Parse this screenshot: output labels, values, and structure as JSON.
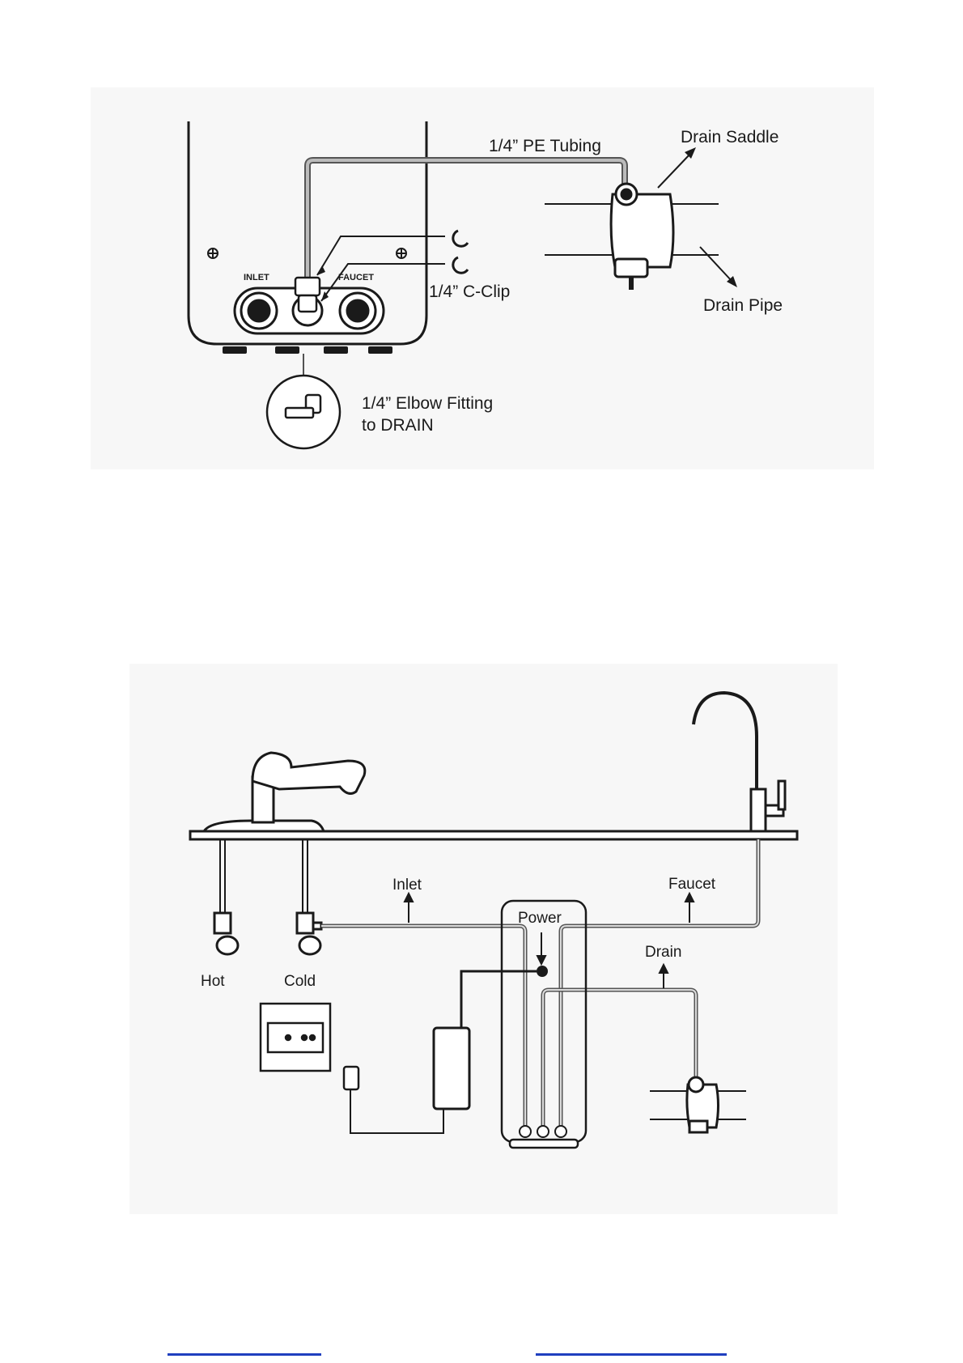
{
  "diagram_top": {
    "labels": {
      "pe_tubing": "1/4” PE Tubing",
      "drain_saddle": "Drain Saddle",
      "c_clip": "1/4” C-Clip",
      "drain_pipe": "Drain Pipe",
      "inlet_port": "INLET",
      "faucet_port": "FAUCET",
      "elbow_line1": "1/4” Elbow Fitting",
      "elbow_line2": "to DRAIN"
    }
  },
  "diagram_bottom": {
    "labels": {
      "inlet": "Inlet",
      "faucet": "Faucet",
      "power": "Power",
      "drain": "Drain",
      "hot": "Hot",
      "cold": "Cold"
    }
  },
  "colors": {
    "line": "#1a1a1a",
    "panel_bg": "#f7f7f7",
    "link_underline": "#1f3fbf"
  }
}
